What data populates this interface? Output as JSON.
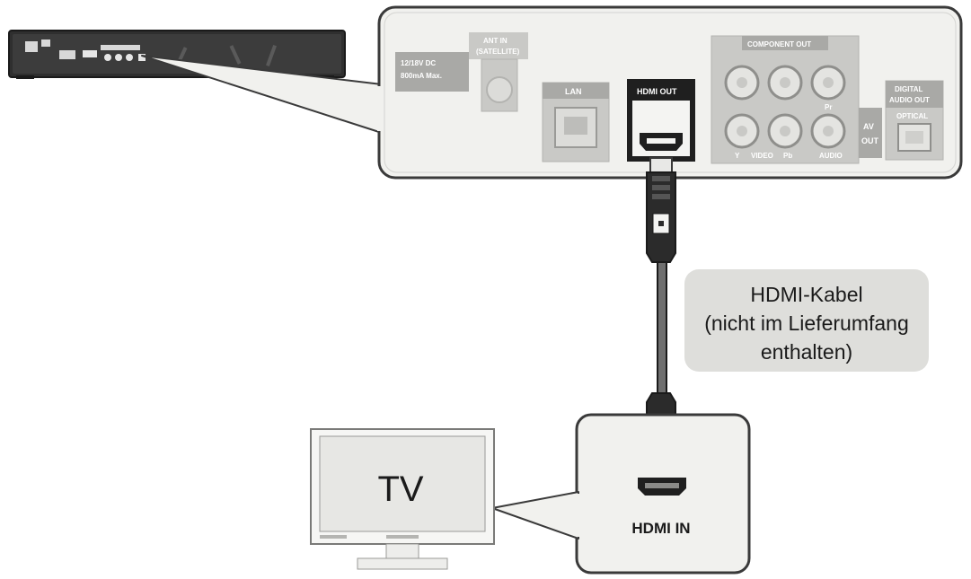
{
  "player_panel": {
    "power_label_1": "12/18V DC",
    "power_label_2": "800mA Max.",
    "sat_label_1": "ANT IN",
    "sat_label_2": "(SATELLITE)",
    "lan_label": "LAN",
    "hdmi_out_label": "HDMI OUT",
    "component_label": "COMPONENT OUT",
    "av_out_label_1": "AV",
    "av_out_label_2": "OUT",
    "digital_label_1": "DIGITAL",
    "digital_label_2": "AUDIO OUT",
    "digital_label_3": "OPTICAL",
    "comp_y": "Y",
    "comp_video": "VIDEO",
    "comp_pb": "Pb",
    "comp_pr": "Pr",
    "audio_label": "AUDIO"
  },
  "cable_note": {
    "line1": "HDMI-Kabel",
    "line2": "(nicht im Lieferumfang",
    "line3": "enthalten)"
  },
  "tv": {
    "label": "TV"
  },
  "tv_port": {
    "label": "HDMI IN"
  },
  "colors": {
    "outline": "#3a3a3a",
    "panel_fill": "#f1f1ee",
    "port_frame": "#c9c9c6",
    "label_box": "#a9a9a6",
    "note_fill": "#dededb",
    "cable": "#2b2b2b"
  }
}
